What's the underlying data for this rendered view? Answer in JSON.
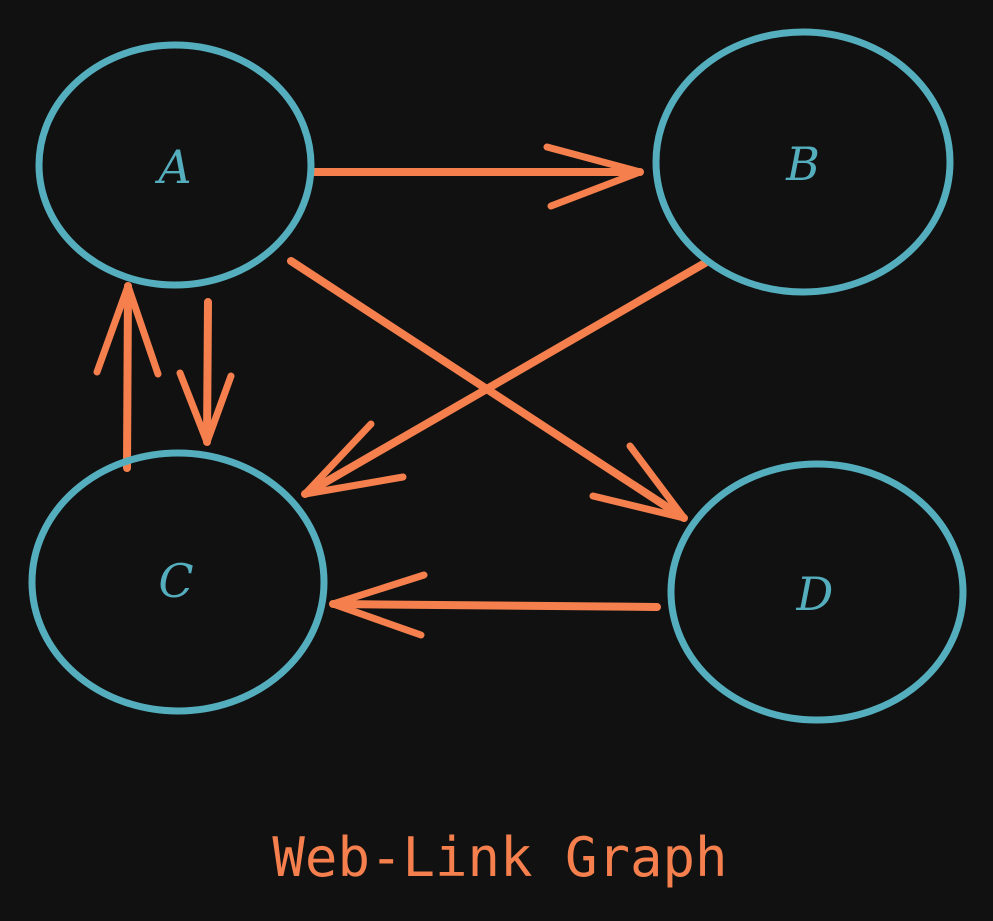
{
  "diagram": {
    "title": "Web-Link Graph",
    "colors": {
      "background": "#111111",
      "node_stroke": "#55aebd",
      "edge": "#f5804e",
      "label": "#55aebd",
      "title": "#f5804e"
    },
    "nodes": [
      {
        "id": "A",
        "label": "A"
      },
      {
        "id": "B",
        "label": "B"
      },
      {
        "id": "C",
        "label": "C"
      },
      {
        "id": "D",
        "label": "D"
      }
    ],
    "edges": [
      {
        "from": "A",
        "to": "B"
      },
      {
        "from": "A",
        "to": "C"
      },
      {
        "from": "C",
        "to": "A"
      },
      {
        "from": "A",
        "to": "D"
      },
      {
        "from": "B",
        "to": "C"
      },
      {
        "from": "D",
        "to": "C"
      }
    ]
  }
}
